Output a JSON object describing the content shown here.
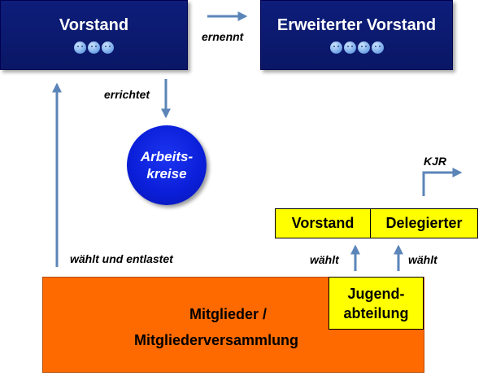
{
  "vorstand": {
    "title": "Vorstand",
    "faces": 3
  },
  "erweiterter_vorstand": {
    "title": "Erweiterter Vorstand",
    "faces": 4
  },
  "arbeitskreise": {
    "line1": "Arbeits-",
    "line2": "kreise"
  },
  "mitglieder": {
    "line1": "Mitglieder /",
    "line2": "Mitgliederversammlung"
  },
  "jugendabteilung": {
    "line1": "Jugend-",
    "line2": "abteilung"
  },
  "jugend_vorstand": {
    "label": "Vorstand"
  },
  "delegierter": {
    "label": "Delegierter"
  },
  "labels": {
    "ernennt": "ernennt",
    "errichtet": "errichtet",
    "waehlt_und_entlastet": "wählt und entlastet",
    "waehlt_left": "wählt",
    "waehlt_right": "wählt",
    "kjr": "KJR"
  },
  "colors": {
    "navy": "#0d1d7a",
    "blue_circle": "#0a1ed8",
    "orange": "#ff6a00",
    "yellow": "#ffff00",
    "arrow": "#5b85b8"
  }
}
